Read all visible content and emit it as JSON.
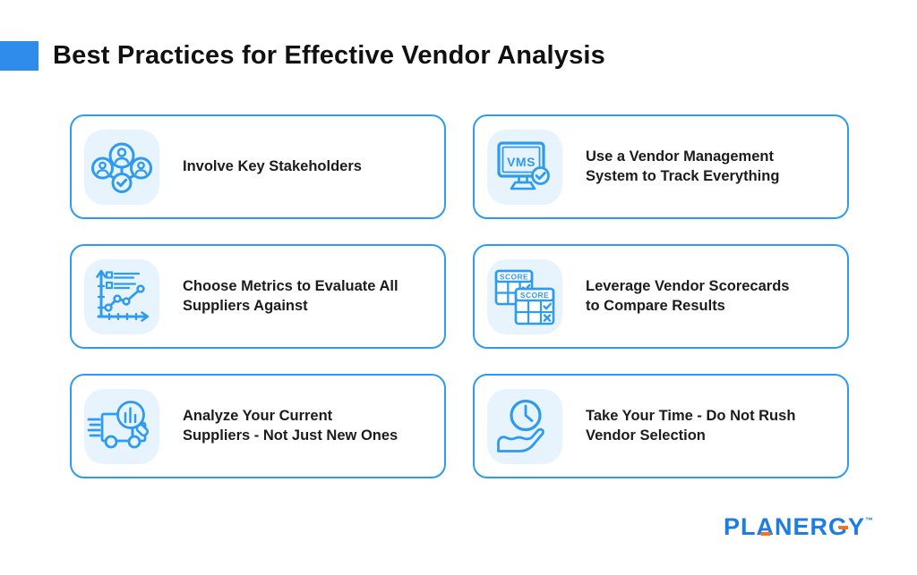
{
  "header": {
    "title": "Best Practices for Effective Vendor Analysis",
    "accent_color": "#2f8ceb"
  },
  "cards": [
    {
      "icon": "stakeholders-icon",
      "label": "Involve Key Stakeholders"
    },
    {
      "icon": "vms-monitor-icon",
      "label": "Use a Vendor Management System to Track Everything"
    },
    {
      "icon": "metrics-chart-icon",
      "label": "Choose Metrics to Evaluate All Suppliers Against"
    },
    {
      "icon": "scorecards-icon",
      "label": "Leverage Vendor Scorecards to Compare Results"
    },
    {
      "icon": "truck-search-icon",
      "label": "Analyze Your Current Suppliers - Not Just New Ones"
    },
    {
      "icon": "clock-hand-icon",
      "label": "Take Your Time - Do Not Rush Vendor Selection"
    }
  ],
  "icon_labels": {
    "vms": "VMS",
    "score": "SCORE"
  },
  "colors": {
    "card_border": "#2e9bf0",
    "icon_stroke": "#2e9bf0",
    "icon_tile_bg": "#e7f3fd",
    "title_text": "#111111",
    "card_text": "#1c1c1c"
  },
  "footer": {
    "brand_letters": [
      "P",
      "L",
      "A",
      "N",
      "E",
      "R",
      "G",
      "Y"
    ],
    "trademark": "™",
    "brand_blue": "#1e7ce2",
    "brand_orange": "#f4731f"
  }
}
